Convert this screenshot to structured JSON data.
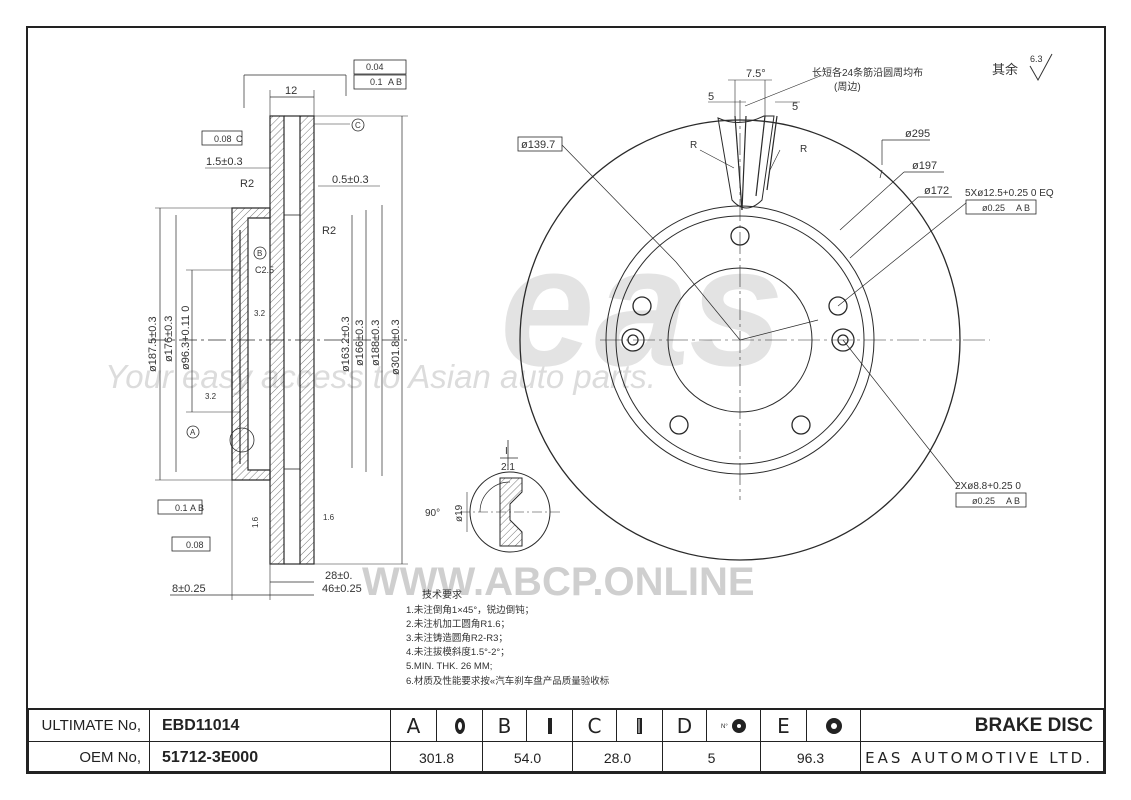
{
  "drawing": {
    "surface_note": "其余",
    "surface_value": "6.3",
    "watermark_logo": "eas",
    "watermark_tagline": "Your easy access to Asian auto parts.",
    "watermark_url": "WWW.ABCP.ONLINE",
    "section_dims": {
      "flatness": "0.04",
      "runout": "0.1",
      "runout_ref": "A B",
      "width_12": "12",
      "datum_c": "C",
      "parallel": "0.08",
      "parallel_ref": "C",
      "offset_15": "1.5±0.3",
      "r2_left": "R2",
      "r2_right": "R2",
      "offset_05": "0.5±0.3",
      "datum_b": "B",
      "chamfer": "C2.5",
      "rough_32a": "3.2",
      "rough_32b": "3.2",
      "datum_a": "A",
      "d1875": "ø187.5±0.3",
      "d176": "ø176±0.3",
      "d963": "ø96.3+0.11 0",
      "d1632": "ø163.2±0.3",
      "d166": "ø166±0.3",
      "d188": "ø188±0.3",
      "d3018": "ø301.8±0.3",
      "runout_bottom": "0.1",
      "runout_bottom_ref": "A B",
      "flat_bottom": "0.08",
      "rough_16a": "1.6",
      "rough_16b": "1.6",
      "dim_8": "8±0.25",
      "dim_28": "28±0.",
      "dim_46": "46±0.25",
      "detail_label": "I",
      "detail_scale": "2:1",
      "detail_angle": "90°",
      "detail_dia": "ø19"
    },
    "face_dims": {
      "rib_note": "长短各24条筋沿圆周均布",
      "rib_note2": "(周边)",
      "angle_75": "7.5°",
      "dim_5a": "5",
      "dim_5b": "5",
      "r_left": "R",
      "r_right": "R",
      "d1397": "ø139.7",
      "d295": "ø295",
      "d197": "ø197",
      "d172": "ø172",
      "holes_5": "5Xø12.5+0.25 0 EQ",
      "pos_5": "ø0.25",
      "pos_5_ref": "A B",
      "holes_2": "2Xø8.8+0.25 0",
      "pos_2": "ø0.25",
      "pos_2_ref": "A B"
    },
    "notes_title": "技术要求",
    "notes": [
      "1.未注倒角1×45°，锐边倒钝；",
      "2.未注机加工圆角R1.6；",
      "3.未注铸造圆角R2-R3；",
      "4.未注拔模斜度1.5°-2°；",
      "5.MIN. THK. 26 MM;",
      "6.材质及性能要求按«汽车刹车盘产品质量验收标"
    ]
  },
  "title_block": {
    "ultimate_label": "ULTIMATE No,",
    "ultimate_value": "EBD11014",
    "oem_label": "OEM No,",
    "oem_value": "51712-3E000",
    "columns": [
      {
        "letter": "A",
        "icon": "disc-diameter-icon",
        "value": "301.8"
      },
      {
        "letter": "B",
        "icon": "disc-height-icon",
        "value": "54.0"
      },
      {
        "letter": "C",
        "icon": "disc-thickness-icon",
        "value": "28.0"
      },
      {
        "letter": "D",
        "icon": "bolt-holes-icon",
        "value": "5"
      },
      {
        "letter": "E",
        "icon": "center-bore-icon",
        "value": "96.3"
      }
    ],
    "product": "BRAKE DISC",
    "company": "EAS AUTOMOTIVE LTD."
  },
  "colors": {
    "line": "#2a2a2a",
    "watermark": "#d9d9d9",
    "hatch": "#444444"
  }
}
